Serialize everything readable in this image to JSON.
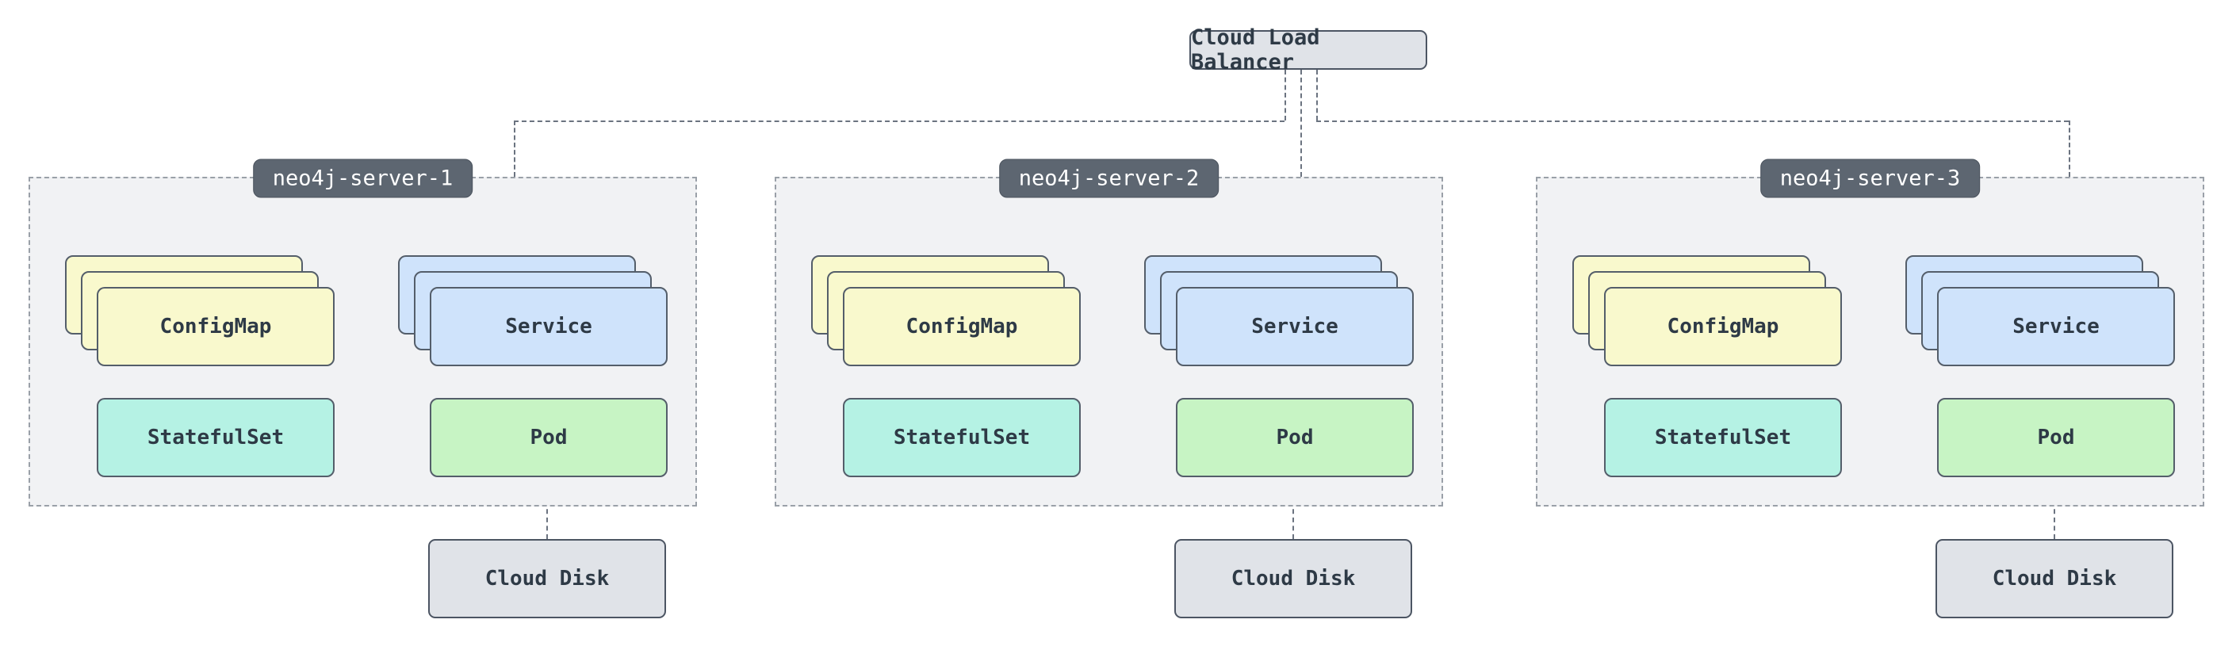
{
  "load_balancer": {
    "label": "Cloud Load Balancer"
  },
  "servers": [
    {
      "name": "neo4j-server-1",
      "components": {
        "configmap": "ConfigMap",
        "service": "Service",
        "statefulset": "StatefulSet",
        "pod": "Pod"
      },
      "disk_label": "Cloud Disk"
    },
    {
      "name": "neo4j-server-2",
      "components": {
        "configmap": "ConfigMap",
        "service": "Service",
        "statefulset": "StatefulSet",
        "pod": "Pod"
      },
      "disk_label": "Cloud Disk"
    },
    {
      "name": "neo4j-server-3",
      "components": {
        "configmap": "ConfigMap",
        "service": "Service",
        "statefulset": "StatefulSet",
        "pod": "Pod"
      },
      "disk_label": "Cloud Disk"
    }
  ],
  "colors": {
    "configmap_fill": "#f9f9cd",
    "service_fill": "#cfe3fb",
    "statefulset_fill": "#b5f2e4",
    "pod_fill": "#c7f4c4",
    "gray_node_fill": "#e0e3e8",
    "gray_node_border": "#4c5563",
    "server_label_bg": "#5d6671",
    "group_bg": "#f1f2f4",
    "group_border": "#9aa0a8",
    "card_border": "#545e6a",
    "connector": "#6b7380",
    "text": "#2e3a46"
  }
}
